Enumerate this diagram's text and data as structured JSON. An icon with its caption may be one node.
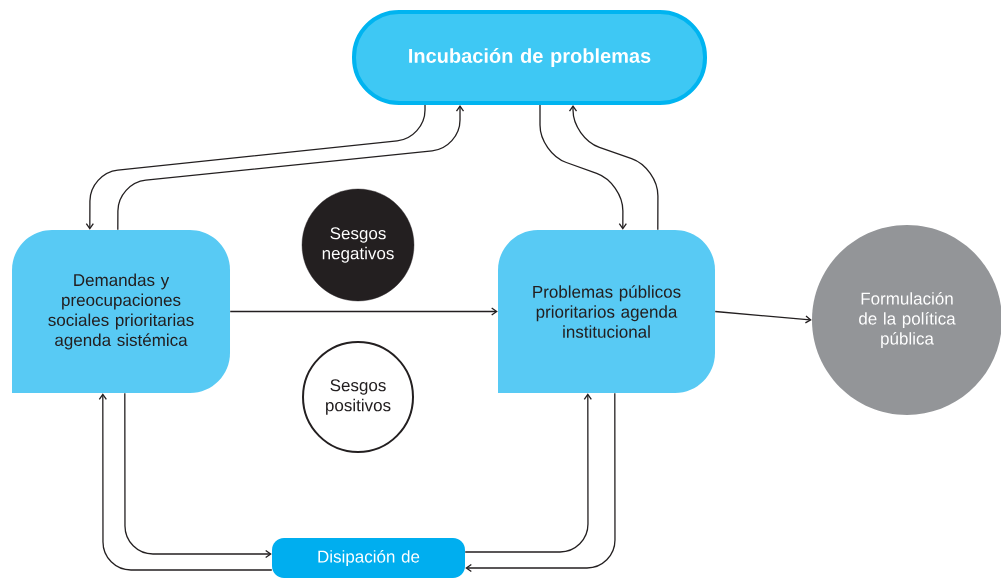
{
  "diagram": {
    "nodes": [
      {
        "text": [
          "Incubación de problemas"
        ]
      },
      {
        "text": [
          "Demandas y preocupaciones sociales prioritarias agenda sistémica"
        ]
      },
      {
        "text": [
          "Sesgos negativos"
        ]
      },
      {
        "text": [
          "Problemas públicos prioritarios agenda institucional"
        ]
      },
      {
        "text": [
          "Formulación de la política pública"
        ]
      },
      {
        "text": [
          "Sesgos positivos"
        ]
      },
      {
        "text": [
          "Disipación de"
        ]
      }
    ],
    "edges": [
      {
        "from": 0,
        "to": 1,
        "arrow": "to"
      },
      {
        "from": 1,
        "to": 0,
        "arrow": "to"
      },
      {
        "from": 0,
        "to": 3,
        "arrow": "to"
      },
      {
        "from": 3,
        "to": 0,
        "arrow": "to"
      },
      {
        "from": 1,
        "to": 3,
        "arrow": "to"
      },
      {
        "from": 3,
        "to": 4,
        "arrow": "to"
      },
      {
        "from": 1,
        "to": 6,
        "arrow": "to"
      },
      {
        "from": 6,
        "to": 1,
        "arrow": "to"
      },
      {
        "from": 6,
        "to": 3,
        "arrow": "to"
      },
      {
        "from": 3,
        "to": 6,
        "arrow": "to"
      }
    ]
  }
}
